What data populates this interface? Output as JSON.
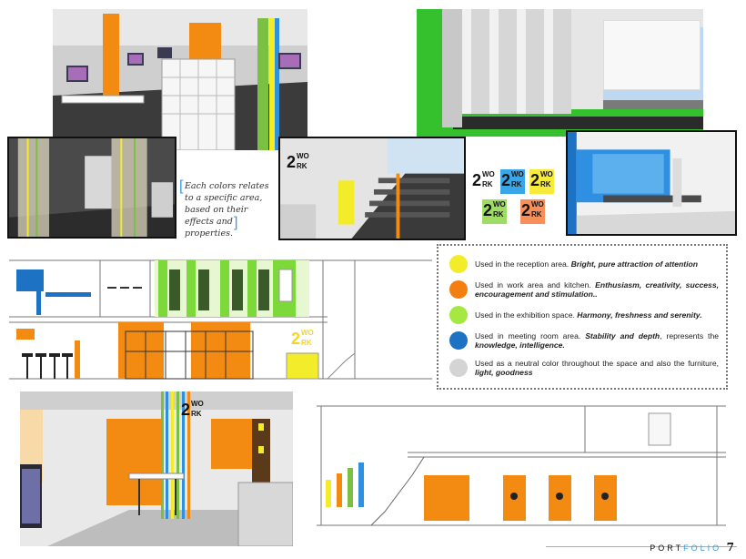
{
  "caption": {
    "open_bracket": "[",
    "close_bracket": "]",
    "text": "Each colors relates to a specific area, based on their effects and properties."
  },
  "logo": {
    "number": "2",
    "top": "WO",
    "bottom": "RK"
  },
  "logo_tile_colors": [
    "#ffffff",
    "#39a6e8",
    "#f6ea3b",
    "#9fdc64",
    "#f68f5a"
  ],
  "legend": [
    {
      "color": "#f3ec2b",
      "text": "Used in the reception area. ",
      "emph": "Bright, pure attraction of attention"
    },
    {
      "color": "#f37f10",
      "text": "Used in work area and kitchen. ",
      "emph": "Enthusiasm, creativity, success, encouragement and stimulation.."
    },
    {
      "color": "#a6e842",
      "text": "Used in the exhibition space. ",
      "emph": "Harmony, freshness and serenity."
    },
    {
      "color": "#1e72c4",
      "text": "Used in meeting room area. ",
      "emph": "Stability and depth",
      "text2": ", represents the ",
      "emph2": "knowledge, intelligence."
    },
    {
      "color": "#d4d4d4",
      "text": "Used as a neutral color throughout the space and also the furniture, ",
      "emph": "light, goodness"
    }
  ],
  "footer": {
    "portfolio_a": "PORT",
    "portfolio_b": "FOLIO",
    "page": "7"
  },
  "colors": {
    "orange": "#f37f10",
    "green": "#35c02d",
    "blue": "#2f8fe0",
    "yellow": "#f3ec2b",
    "gray": "#3a3a3a"
  }
}
